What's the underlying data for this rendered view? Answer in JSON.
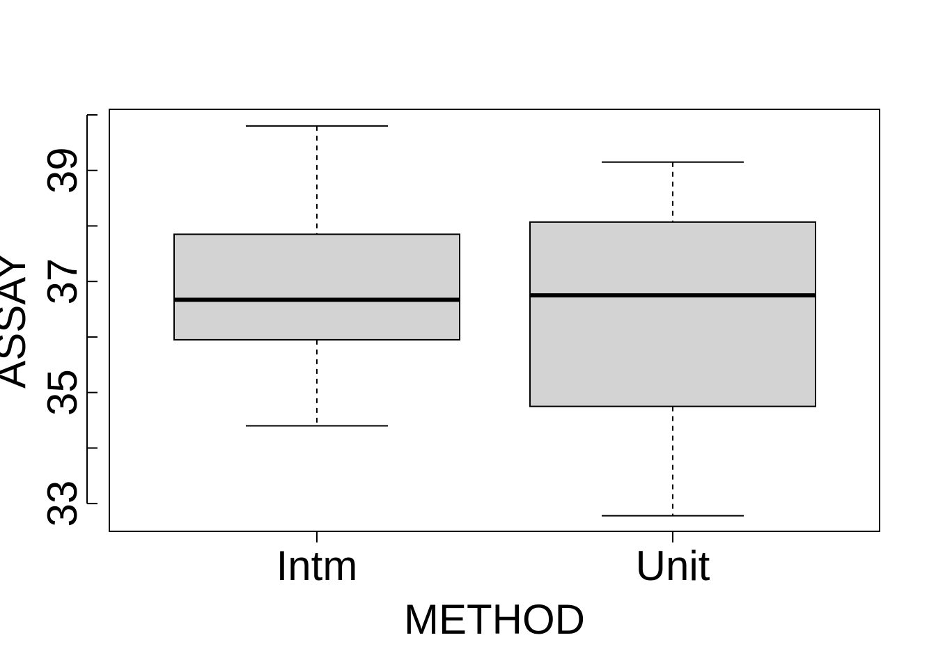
{
  "chart_data": {
    "type": "boxplot",
    "title": "",
    "xlabel": "METHOD",
    "ylabel": "ASSAY",
    "ylim": [
      32.5,
      40.1
    ],
    "y_ticks": [
      33,
      34,
      35,
      36,
      37,
      38,
      39,
      40
    ],
    "y_tick_labels": [
      "33",
      "35",
      "37",
      "39"
    ],
    "categories": [
      "Intm",
      "Unit"
    ],
    "boxes": [
      {
        "category": "Intm",
        "whisker_low": 34.4,
        "q1": 35.95,
        "median": 36.67,
        "q3": 37.85,
        "whisker_high": 39.8
      },
      {
        "category": "Unit",
        "whisker_low": 32.78,
        "q1": 34.75,
        "median": 36.75,
        "q3": 38.07,
        "whisker_high": 39.15
      }
    ],
    "box_fill": "#d3d3d3",
    "line_color": "#000000",
    "grid": false
  }
}
